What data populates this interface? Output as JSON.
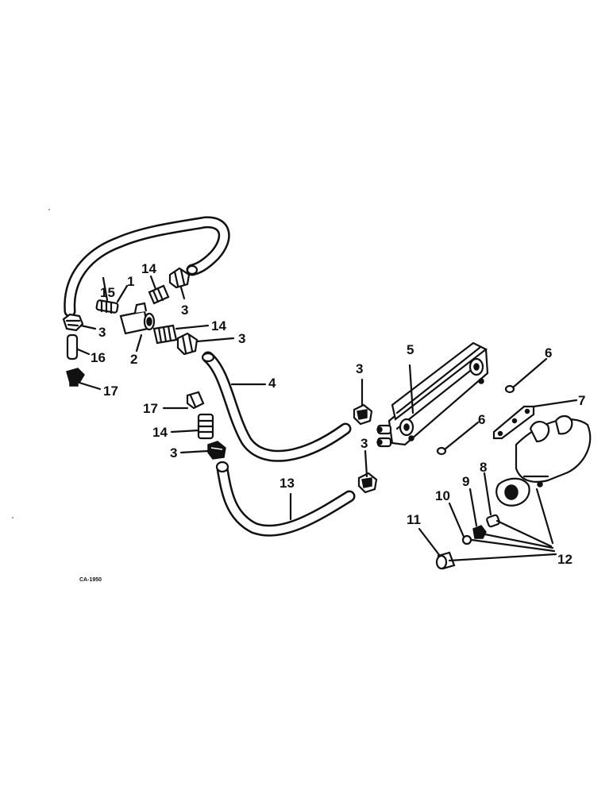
{
  "diagram": {
    "labels": {
      "l1": "1",
      "l2": "2",
      "l3a": "3",
      "l3b": "3",
      "l3c": "3",
      "l3d": "3",
      "l3e": "3",
      "l3f": "3",
      "l4": "4",
      "l5": "5",
      "l6a": "6",
      "l6b": "6",
      "l7": "7",
      "l8": "8",
      "l9": "9",
      "l10": "10",
      "l11": "11",
      "l12": "12",
      "l13": "13",
      "l14a": "14",
      "l14b": "14",
      "l14c": "14",
      "l15": "15",
      "l16": "16",
      "l17a": "17",
      "l17b": "17"
    },
    "drawing_code": "CA-1950",
    "icons": [
      "hose-15",
      "hose-4",
      "hose-13",
      "tee-fitting-2",
      "oil-cooler-5",
      "adapter-manifold-12",
      "gasket-7"
    ]
  }
}
